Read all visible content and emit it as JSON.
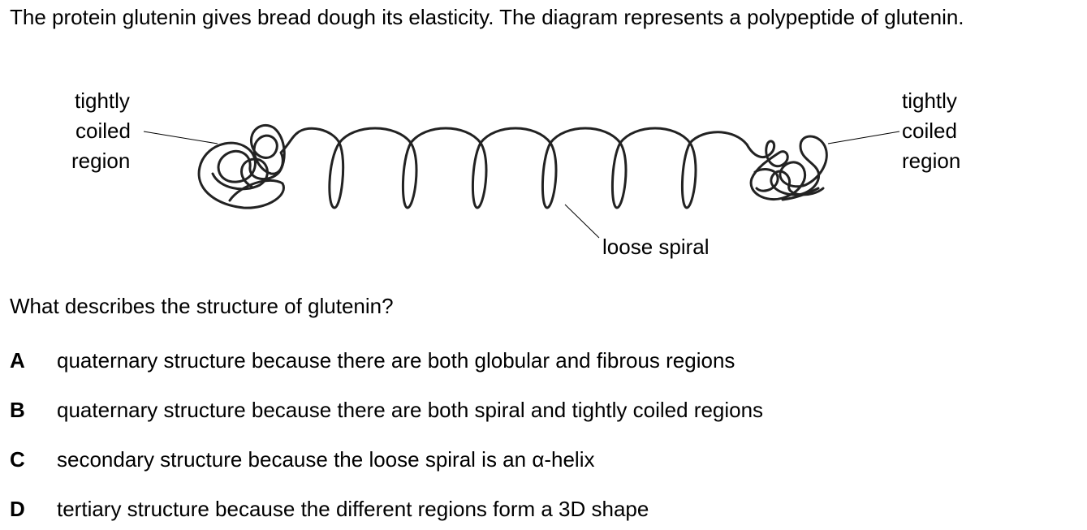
{
  "question": {
    "intro": "The protein glutenin gives bread dough its elasticity. The diagram represents a polypeptide of glutenin.",
    "prompt": "What describes the structure of glutenin?"
  },
  "diagram": {
    "left_label": [
      "tightly",
      "coiled",
      "region"
    ],
    "right_label": [
      "tightly",
      "coiled",
      "region"
    ],
    "bottom_label": "loose spiral"
  },
  "options": [
    {
      "letter": "A",
      "text": "quaternary structure because there are both globular and fibrous regions"
    },
    {
      "letter": "B",
      "text": "quaternary structure because there are both spiral and tightly coiled regions"
    },
    {
      "letter": "C",
      "text": "secondary structure because the loose spiral is an α-helix"
    },
    {
      "letter": "D",
      "text": "tertiary structure because the different regions form a 3D shape"
    }
  ]
}
